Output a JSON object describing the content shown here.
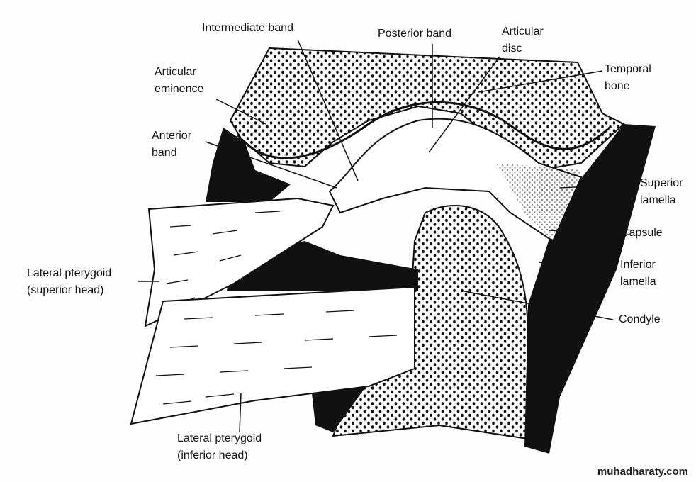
{
  "title": "Temporomandibular joint anatomy",
  "labels": {
    "intermediate_band": "Intermediate band",
    "posterior_band": "Posterior band",
    "articular_disc": [
      "Articular",
      "disc"
    ],
    "temporal_bone": [
      "Temporal",
      "bone"
    ],
    "articular_eminence": [
      "Articular",
      "eminence"
    ],
    "anterior_band": [
      "Anterior",
      "band"
    ],
    "superior_lamella": [
      "Superior",
      "lamella"
    ],
    "capsule": "Capsule",
    "inferior_lamella": [
      "Inferior",
      "lamella"
    ],
    "lateral_pterygoid_superior": [
      "Lateral pterygoid",
      "(superior head)"
    ],
    "condyle": "Condyle",
    "lateral_pterygoid_inferior": [
      "Lateral pterygoid",
      "(inferior head)"
    ]
  },
  "watermark": "muhadharaty.com"
}
